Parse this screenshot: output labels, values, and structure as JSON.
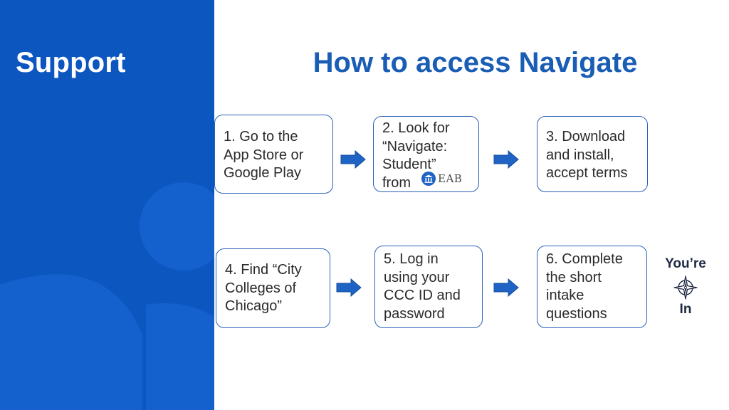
{
  "sidebar": {
    "title": "Support"
  },
  "header": {
    "title": "How to access Navigate"
  },
  "steps": [
    {
      "text": "1. Go to the\nApp Store or\nGoogle Play"
    },
    {
      "text": "2. Look for\n“Navigate:\nStudent”\nfrom"
    },
    {
      "text": "3. Download\nand install,\naccept terms"
    },
    {
      "text": "4. Find “City\nColleges of\nChicago”"
    },
    {
      "text": "5. Log in\nusing your\nCCC ID and\npassword"
    },
    {
      "text": "6. Complete\nthe short\nintake\nquestions"
    }
  ],
  "logo": {
    "text": "EAB"
  },
  "badge": {
    "line1": "You’re",
    "line2": "In",
    "icon": "compass-icon"
  },
  "colors": {
    "sidebar": "#0c56c0",
    "title": "#1a5db5",
    "arrow": "#1f63c4",
    "border": "#2a62b8"
  }
}
